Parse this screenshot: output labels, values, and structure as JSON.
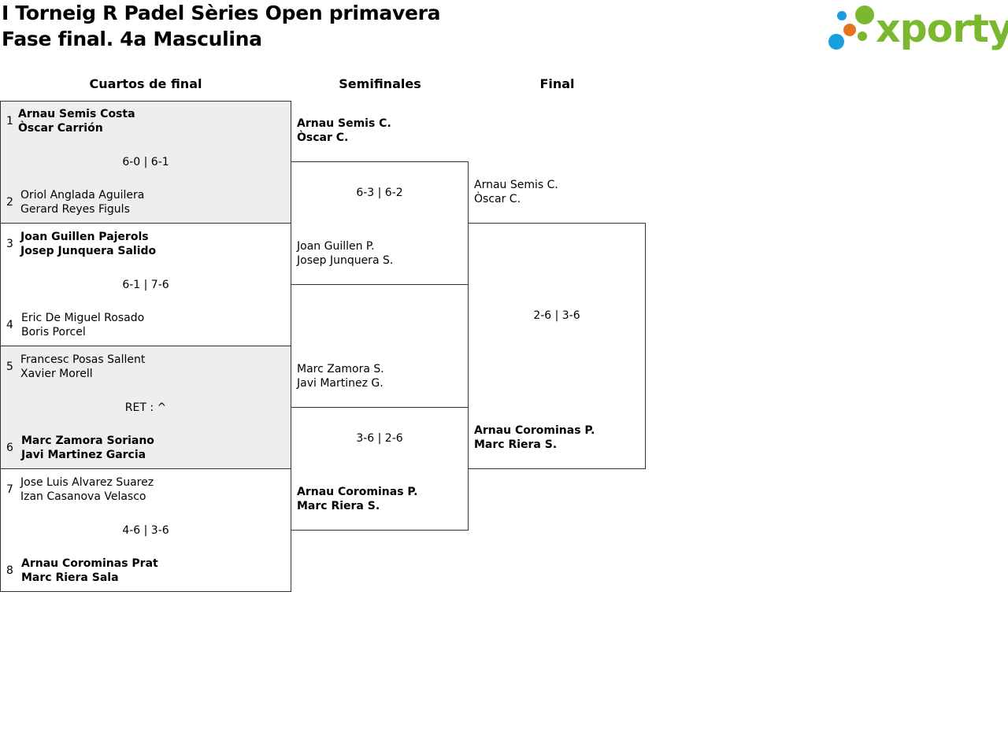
{
  "header": {
    "title_line1": "I Torneig R Padel Sèries Open primavera",
    "title_line2": "Fase final. 4a Masculina",
    "logo_text": "xporty"
  },
  "columns": {
    "quarterfinals": "Cuartos de final",
    "semifinals": "Semifinales",
    "final": "Final"
  },
  "quarterfinals": [
    {
      "score": "6-0 | 6-1",
      "team_a": {
        "seed": "1",
        "p1": "Arnau Semis Costa",
        "p2": "Òscar Carrión",
        "winner": true
      },
      "team_b": {
        "seed": "2",
        "p1": "Oriol Anglada Aguilera",
        "p2": "Gerard Reyes Figuls",
        "winner": false
      }
    },
    {
      "score": "6-1 | 7-6",
      "team_a": {
        "seed": "3",
        "p1": "Joan Guillen Pajerols",
        "p2": "Josep Junquera Salido",
        "winner": true
      },
      "team_b": {
        "seed": "4",
        "p1": "Eric De Miguel Rosado",
        "p2": "Boris Porcel",
        "winner": false
      }
    },
    {
      "score": "RET : ^",
      "team_a": {
        "seed": "5",
        "p1": "Francesc Posas Sallent",
        "p2": "Xavier Morell",
        "winner": false
      },
      "team_b": {
        "seed": "6",
        "p1": "Marc Zamora Soriano",
        "p2": "Javi Martinez Garcia",
        "winner": true
      }
    },
    {
      "score": "4-6 | 3-6",
      "team_a": {
        "seed": "7",
        "p1": "Jose Luis Alvarez Suarez",
        "p2": "Izan Casanova Velasco",
        "winner": false
      },
      "team_b": {
        "seed": "8",
        "p1": "Arnau Corominas Prat",
        "p2": "Marc Riera Sala",
        "winner": true
      }
    }
  ],
  "semifinals": [
    {
      "score": "6-3 | 6-2",
      "team_a": {
        "p1": "Arnau Semis C.",
        "p2": "Òscar C.",
        "winner": true
      },
      "team_b": {
        "p1": "Joan Guillen P.",
        "p2": "Josep Junquera S.",
        "winner": false
      }
    },
    {
      "score": "3-6 | 2-6",
      "team_a": {
        "p1": "Marc Zamora S.",
        "p2": "Javi Martinez G.",
        "winner": false
      },
      "team_b": {
        "p1": "Arnau Corominas P.",
        "p2": "Marc Riera S.",
        "winner": true
      }
    }
  ],
  "final": {
    "score": "2-6 | 3-6",
    "team_a": {
      "p1": "Arnau Semis C.",
      "p2": "Òscar C.",
      "winner": false
    },
    "team_b": {
      "p1": "Arnau Corominas P.",
      "p2": "Marc Riera S.",
      "winner": true
    }
  },
  "colors": {
    "gray_box": "#eeeeee",
    "logo_green": "#7cb82f",
    "logo_blue": "#1a9ee0",
    "logo_orange": "#e8731e"
  }
}
